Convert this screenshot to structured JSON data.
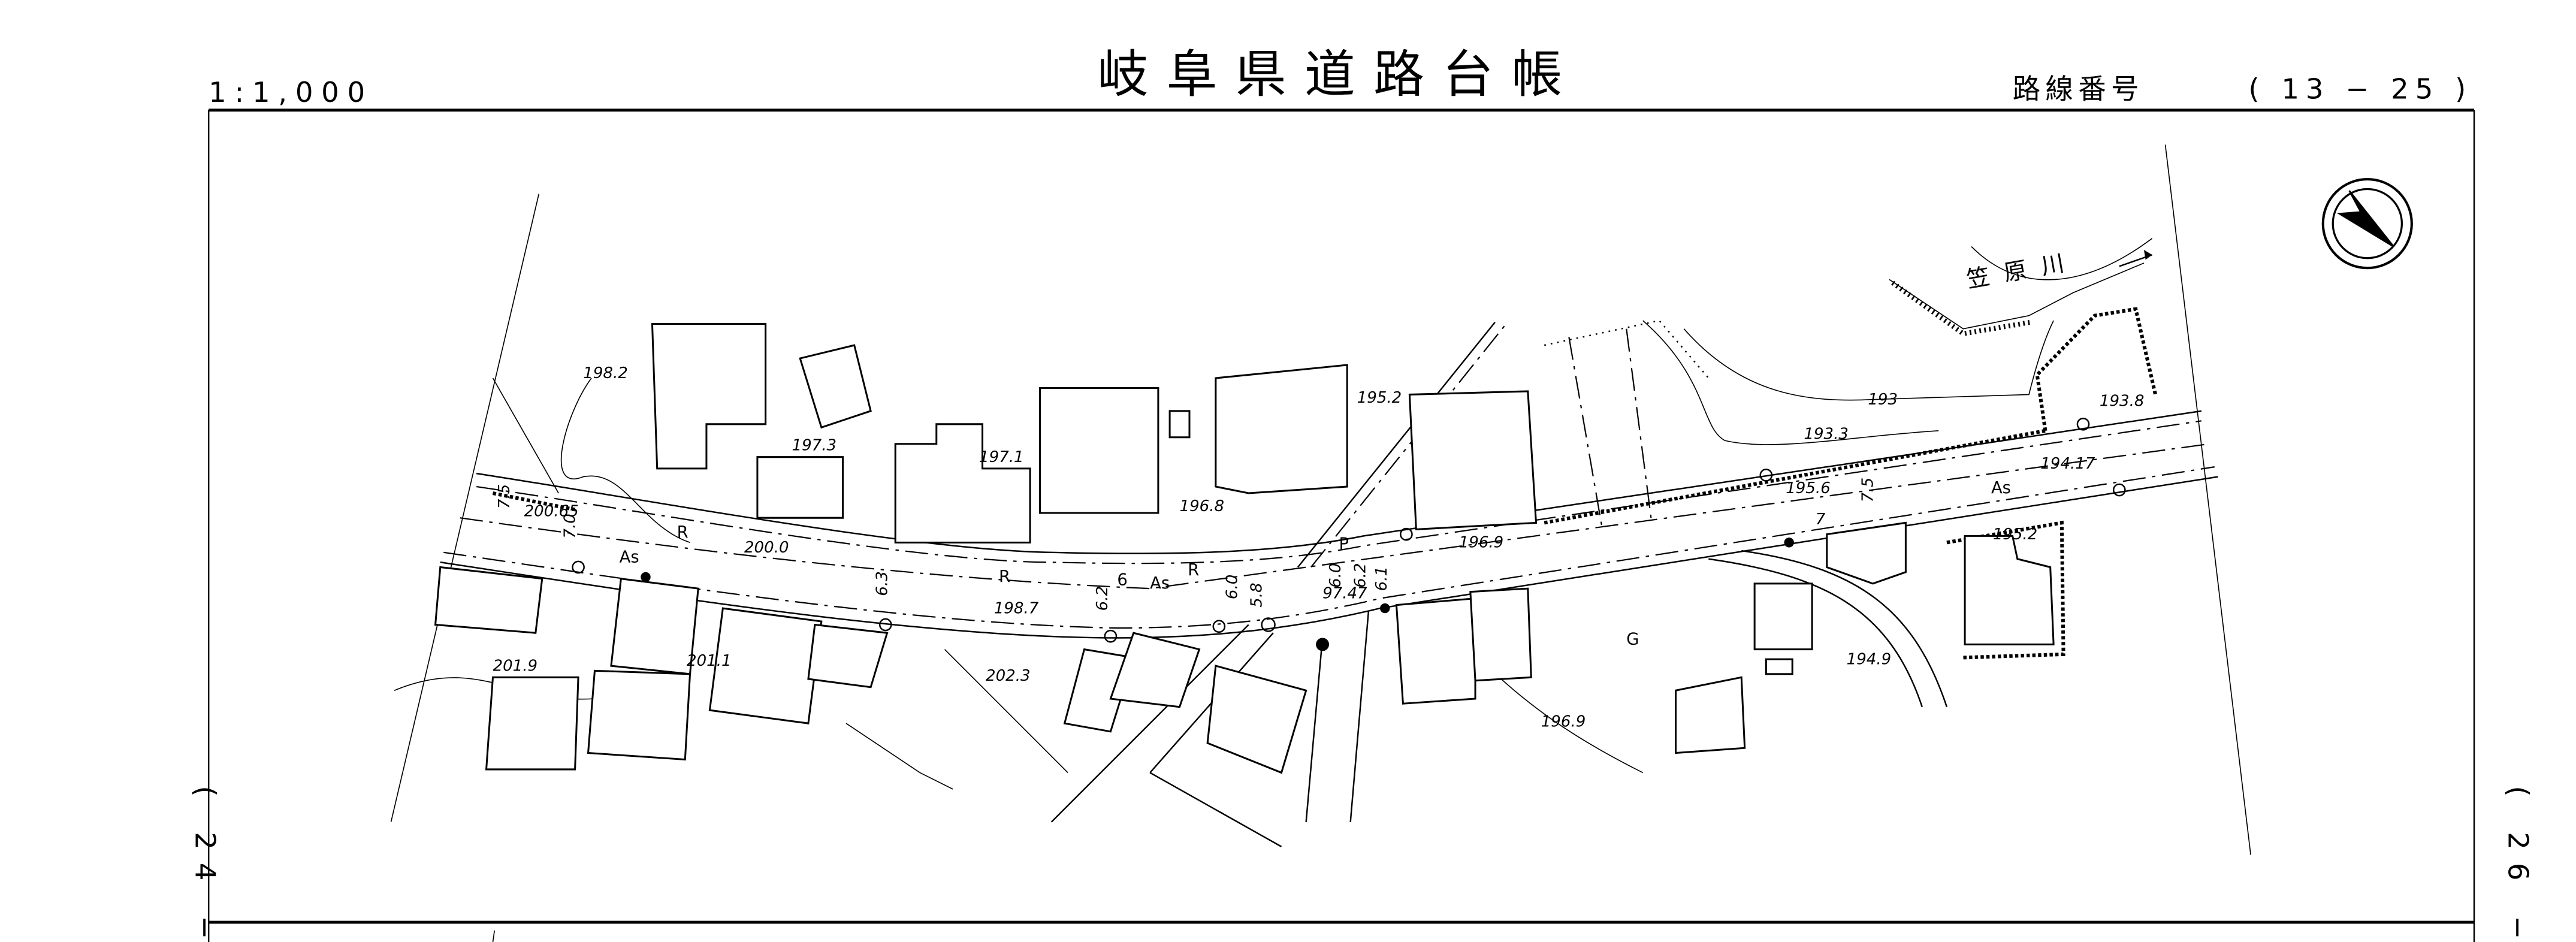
{
  "header": {
    "scale": "1:1,000",
    "title": "岐阜県道路台帳",
    "route_label": "路線番号",
    "route_number": "(  13  −  25  )"
  },
  "side": {
    "left_sheet": "( 24 −",
    "right_sheet": "( 26 −"
  },
  "map": {
    "river_name": "笠原川",
    "north_arrow": "north-arrow-icon",
    "labels": [
      "198.2",
      "197.3",
      "197.1",
      "196.8",
      "195.2",
      "200.65",
      "7.5",
      "7.0",
      "R",
      "200.0",
      "As",
      "6.3",
      "R",
      "198.7",
      "6.2",
      "6",
      "As",
      "R",
      "6.0",
      "5.8",
      "P",
      "6.0",
      "6.2",
      "6.1",
      "97.47",
      "196.9",
      "193",
      "193.3",
      "193.8",
      "194.17",
      "As",
      "195.6",
      "7.5",
      "7",
      "195.2",
      "G",
      "194.9",
      "196.9",
      "201.9",
      "201.1",
      "202.3"
    ]
  }
}
